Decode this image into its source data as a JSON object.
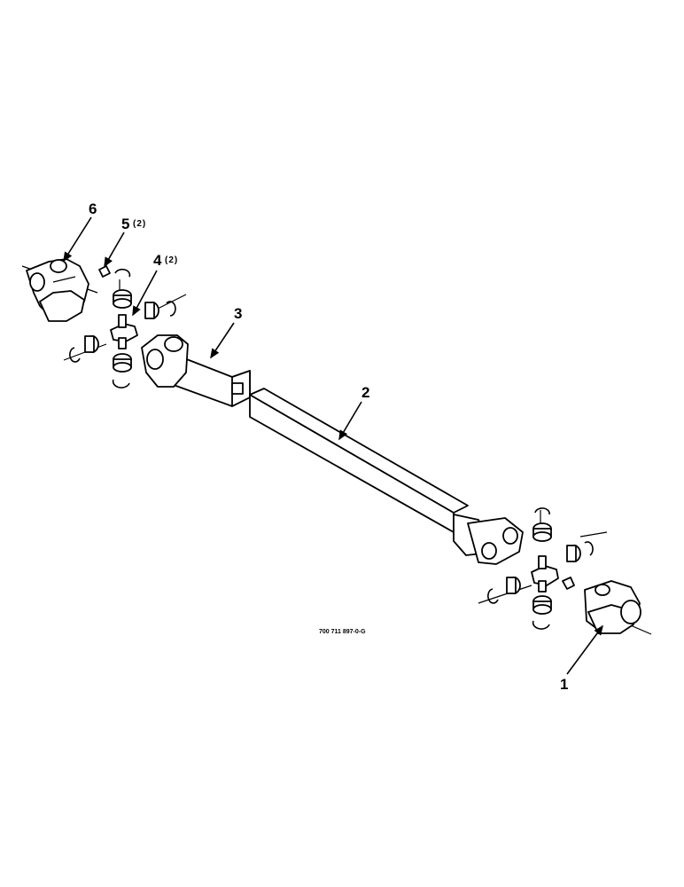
{
  "callouts": [
    {
      "id": "callout-1",
      "number": "1",
      "qty": ""
    },
    {
      "id": "callout-2",
      "number": "2",
      "qty": ""
    },
    {
      "id": "callout-3",
      "number": "3",
      "qty": ""
    },
    {
      "id": "callout-4",
      "number": "4",
      "qty": "(2)"
    },
    {
      "id": "callout-5",
      "number": "5",
      "qty": "(2)"
    },
    {
      "id": "callout-6",
      "number": "6",
      "qty": ""
    }
  ],
  "drawing_code": "700 711 897-0-G"
}
